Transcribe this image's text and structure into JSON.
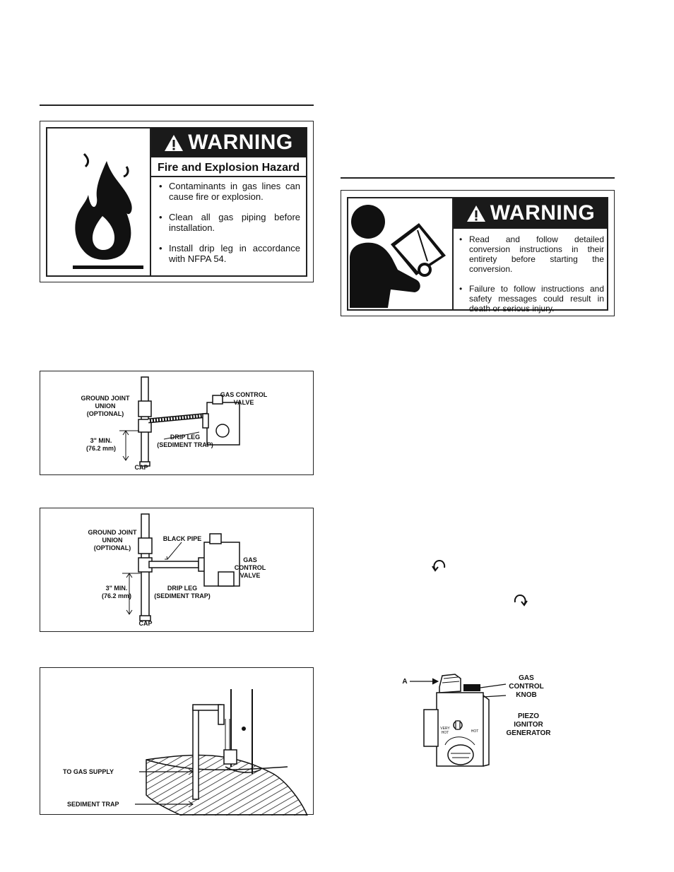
{
  "left_column": {
    "fire_warning": {
      "signal_word": "WARNING",
      "hazard": "Fire and Explosion Hazard",
      "bullets": [
        "Contaminants in gas lines can cause fire or explosion.",
        "Clean all gas piping before installation.",
        "Install drip leg in accordance with NFPA 54."
      ]
    },
    "figure_flexible": {
      "union_label": "GROUND JOINT\nUNION\n(OPTIONAL)",
      "valve_label": "GAS CONTROL\nVALVE",
      "min_label": "3\" MIN.\n(76.2 mm)",
      "drip_label": "DRIP LEG\n(SEDIMENT TRAP)",
      "cap_label": "CAP"
    },
    "figure_black_pipe": {
      "union_label": "GROUND JOINT\nUNION\n(OPTIONAL)",
      "pipe_label": "BLACK PIPE",
      "valve_label": "GAS\nCONTROL\nVALVE",
      "min_label": "3\" MIN.\n(76.2 mm)",
      "drip_label": "DRIP LEG\n(SEDIMENT TRAP)",
      "cap_label": "CAP"
    },
    "figure_supply": {
      "supply_label": "TO GAS SUPPLY",
      "trap_label": "SEDIMENT TRAP"
    }
  },
  "right_column": {
    "manual_warning": {
      "signal_word": "WARNING",
      "bullets": [
        "Read and follow detailed conversion instructions in their entirety before starting the conversion.",
        "Failure to follow instructions and safety messages could result in death or serious injury."
      ]
    },
    "figure_valve": {
      "a_label": "A",
      "knob_label": "GAS\nCONTROL\nKNOB",
      "piezo_label": "PIEZO\nIGNITOR\nGENERATOR",
      "very_hot": "VERY\nHOT",
      "hot": "HOT"
    }
  },
  "icons": [
    "warning-triangle-icon",
    "flame-icon",
    "reading-manual-icon",
    "counterclockwise-arrow-icon",
    "clockwise-arrow-icon"
  ]
}
